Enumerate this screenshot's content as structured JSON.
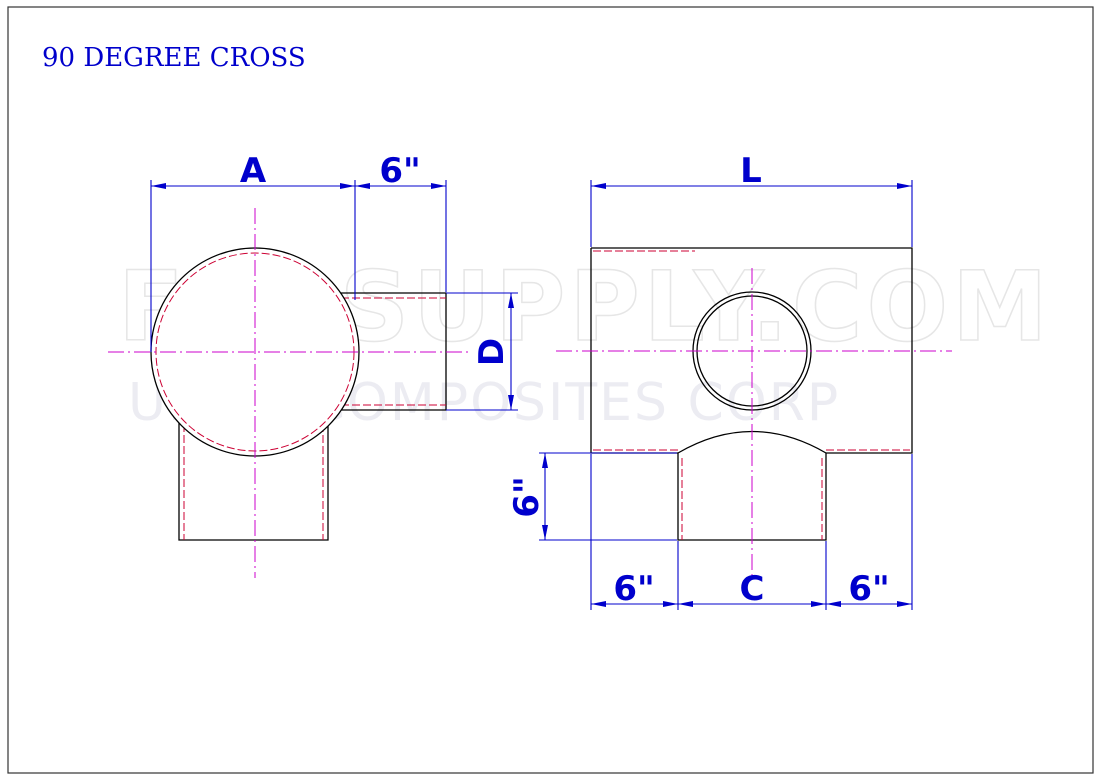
{
  "title": "90 DEGREE CROSS",
  "watermark": {
    "line1": "FRPSUPPLY.COM",
    "line2": "UITEK COMPOSITES CORP"
  },
  "dimensions": {
    "front_width": "A",
    "front_branch": "6\"",
    "front_diameter": "D",
    "side_length": "L",
    "side_leg_height": "6\"",
    "side_left": "6\"",
    "side_center": "C",
    "side_right": "6\""
  },
  "colors": {
    "outline": "#000000",
    "dimension": "#0000cc",
    "centerline": "#cc00cc",
    "hidden_line": "#cc0033",
    "frame": "#333333"
  }
}
